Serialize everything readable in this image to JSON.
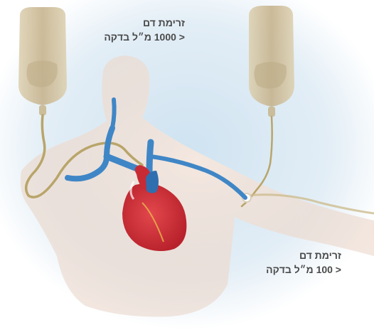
{
  "labels": {
    "top": {
      "line1": "זרימת דם",
      "line2": "< 1000 מ״ל בדקה"
    },
    "bottom": {
      "line1": "זרימת דם",
      "line2": "< 100 מ״ל בדקה"
    }
  },
  "colors": {
    "background_glow": "#cfe3f1",
    "skin": "#f1ddd0",
    "vein": "#3f86c6",
    "heart": "#d2323a",
    "catheter": "#b9a56a",
    "bag": "#c9b78e"
  }
}
